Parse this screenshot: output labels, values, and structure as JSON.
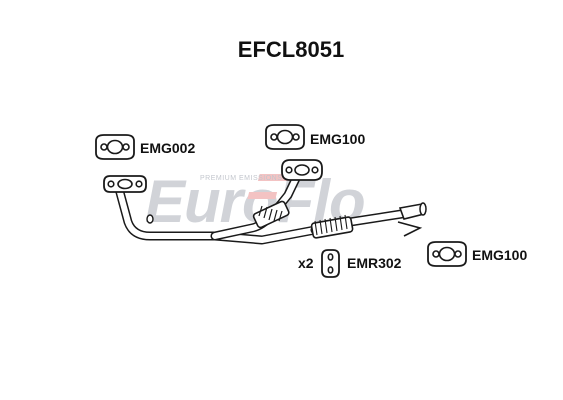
{
  "title": "EFCL8051",
  "watermark": {
    "brand_part1": "Euro",
    "brand_part2": "Flo",
    "tagline": "PREMIUM EMISSIONS SYSTEMS",
    "colors": {
      "brand_gray": "#c9ccd2",
      "brand_red": "#f2b9b9"
    }
  },
  "parts": [
    {
      "code": "EMG002",
      "type": "gasket-2-bolt"
    },
    {
      "code": "EMG100",
      "type": "gasket-2-bolt"
    },
    {
      "code": "EMR302",
      "type": "rubber-mount",
      "quantity": "x2"
    },
    {
      "code": "EMG100",
      "type": "gasket-2-bolt"
    }
  ],
  "colors": {
    "line": "#1a1a1a",
    "background": "#ffffff"
  }
}
